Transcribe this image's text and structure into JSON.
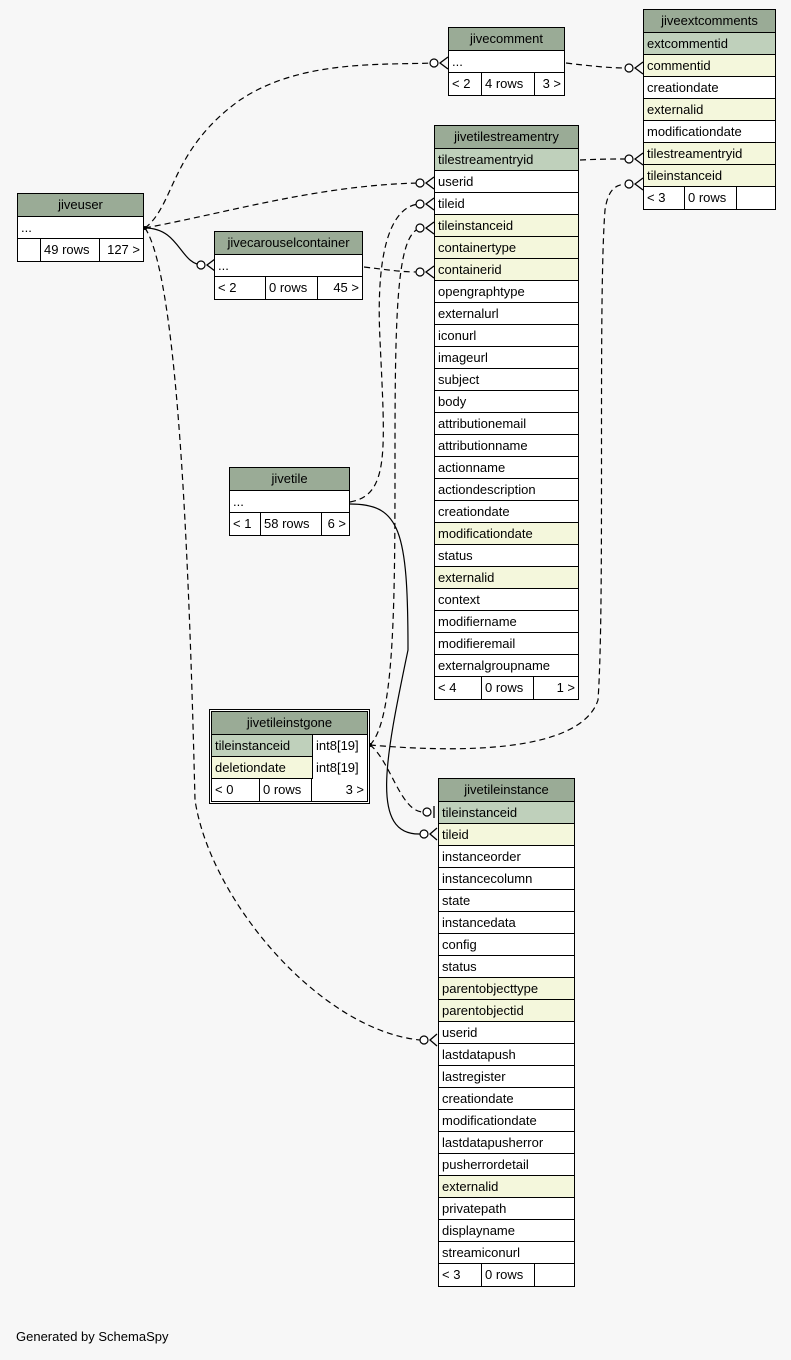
{
  "tables": {
    "jivecomment": {
      "name": "jivecomment",
      "rows": [
        "..."
      ],
      "meta": [
        "< 2",
        "4 rows",
        "3 >"
      ]
    },
    "jiveextcomments": {
      "name": "jiveextcomments",
      "rows": [
        "extcommentid",
        "commentid",
        "creationdate",
        "externalid",
        "modificationdate",
        "tilestreamentryid",
        "tileinstanceid"
      ],
      "meta": [
        "< 3",
        "0 rows",
        ""
      ]
    },
    "jiveuser": {
      "name": "jiveuser",
      "rows": [
        "..."
      ],
      "meta": [
        "",
        "49 rows",
        "127 >"
      ]
    },
    "jivecarouselcontainer": {
      "name": "jivecarouselcontainer",
      "rows": [
        "..."
      ],
      "meta": [
        "< 2",
        "0 rows",
        "45 >"
      ]
    },
    "jivetilestreamentry": {
      "name": "jivetilestreamentry",
      "rows": [
        "tilestreamentryid",
        "userid",
        "tileid",
        "tileinstanceid",
        "containertype",
        "containerid",
        "opengraphtype",
        "externalurl",
        "iconurl",
        "imageurl",
        "subject",
        "body",
        "attributionemail",
        "attributionname",
        "actionname",
        "actiondescription",
        "creationdate",
        "modificationdate",
        "status",
        "externalid",
        "context",
        "modifiername",
        "modifieremail",
        "externalgroupname"
      ],
      "meta": [
        "< 4",
        "0 rows",
        "1 >"
      ]
    },
    "jivetile": {
      "name": "jivetile",
      "rows": [
        "..."
      ],
      "meta": [
        "< 1",
        "58 rows",
        "6 >"
      ]
    },
    "jivetileinstgone": {
      "name": "jivetileinstgone",
      "rows": [
        [
          "tileinstanceid",
          "int8[19]"
        ],
        [
          "deletiondate",
          "int8[19]"
        ]
      ],
      "meta": [
        "< 0",
        "0 rows",
        "3 >"
      ]
    },
    "jivetileinstance": {
      "name": "jivetileinstance",
      "rows": [
        "tileinstanceid",
        "tileid",
        "instanceorder",
        "instancecolumn",
        "state",
        "instancedata",
        "config",
        "status",
        "parentobjecttype",
        "parentobjectid",
        "userid",
        "lastdatapush",
        "lastregister",
        "creationdate",
        "modificationdate",
        "lastdatapusherror",
        "pusherrordetail",
        "externalid",
        "privatepath",
        "displayname",
        "streamiconurl"
      ],
      "meta": [
        "< 3",
        "0 rows",
        ""
      ]
    }
  },
  "footer": "Generated by SchemaSpy"
}
